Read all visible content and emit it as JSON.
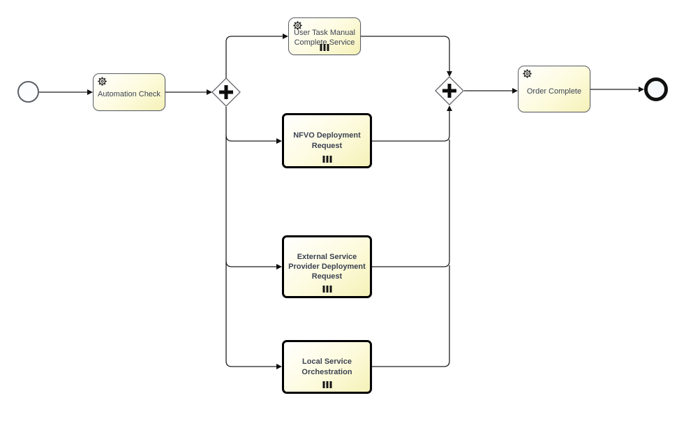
{
  "diagram_type": "BPMN process diagram",
  "colors": {
    "background": "#ffffff",
    "task_fill_top": "#ffffff",
    "task_fill_bottom": "#f5f1b8",
    "task_border": "#585c63",
    "call_activity_border": "#000000",
    "connector": "#1f1f1f",
    "text": "#3c4252"
  },
  "nodes": {
    "automation_check": {
      "label": "Automation Check",
      "icon": "gear-icon"
    },
    "user_task_manual_complete_service": {
      "label": "User Task Manual Complete Service",
      "icon": "gear-icon",
      "marker": "multi-instance-parallel"
    },
    "nfvo_deployment_request": {
      "label": "NFVO Deployment Request",
      "marker": "multi-instance-parallel"
    },
    "external_service_provider_deployment_request": {
      "label": "External Service Provider Deployment Request",
      "marker": "multi-instance-parallel"
    },
    "local_service_orchestration": {
      "label": "Local Service Orchestration",
      "marker": "multi-instance-parallel"
    },
    "order_complete": {
      "label": "Order Complete",
      "icon": "gear-icon"
    }
  },
  "gateways": {
    "split": {
      "symbol": "+",
      "kind": "parallel"
    },
    "join": {
      "symbol": "+",
      "kind": "parallel"
    }
  },
  "events": {
    "start": {
      "kind": "start"
    },
    "end": {
      "kind": "end"
    }
  }
}
